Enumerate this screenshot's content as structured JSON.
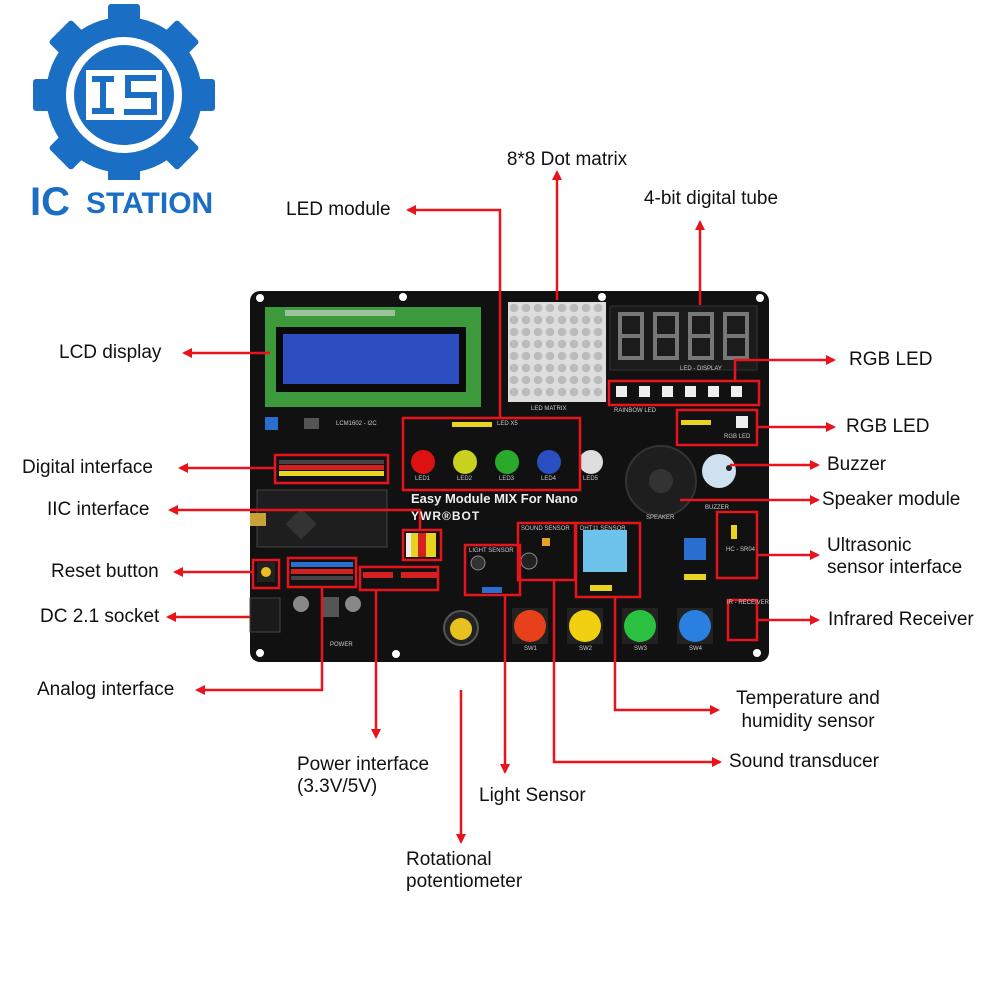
{
  "logo": {
    "text_ic": "IC",
    "text_station": "STATION",
    "brand_color": "#1a6fc4"
  },
  "board": {
    "title": "Easy Module MIX   For Nano",
    "brand": "YWR®BOT",
    "silkscreen": {
      "lcd": "LCM1602 - I2C",
      "led_x5": "LED X5",
      "led_matrix": "LED MATRIX",
      "led_display": "LED - DISPLAY",
      "rainbow_led": "RAINBOW LED",
      "rgb_led": "RGB LED",
      "buzzer": "BUZZER",
      "speaker": "SPEAKER",
      "hc_sr04": "HC - SR04",
      "ir_receiver": "IR - RECEIVER",
      "light_sensor": "LIGHT SENSOR",
      "sound_sensor": "SOUND SENSOR",
      "dht11_sensor": "DHT11 SENSOR",
      "power": "POWER",
      "leds": [
        "LED1",
        "LED2",
        "LED3",
        "LED4",
        "LED5"
      ],
      "switches": [
        "SW1",
        "SW2",
        "SW3",
        "SW4"
      ]
    }
  },
  "labels": {
    "dot_matrix": "8*8 Dot matrix",
    "digital_tube": "4-bit digital tube",
    "led_module": "LED module",
    "lcd_display": "LCD display",
    "rgb_led_1": "RGB LED",
    "rgb_led_2": "RGB LED",
    "buzzer": "Buzzer",
    "speaker_module": "Speaker module",
    "ultrasonic_1": "Ultrasonic",
    "ultrasonic_2": "sensor interface",
    "infrared_receiver": "Infrared Receiver",
    "digital_interface": "Digital interface",
    "iic_interface": "IIC interface",
    "reset_button": "Reset button",
    "dc_socket": "DC 2.1 socket",
    "analog_interface": "Analog interface",
    "power_interface_1": "Power interface",
    "power_interface_2": "(3.3V/5V)",
    "light_sensor": "Light Sensor",
    "potentiometer_1": "Rotational",
    "potentiometer_2": "potentiometer",
    "temp_humidity_1": "Temperature and",
    "temp_humidity_2": "humidity sensor",
    "sound_transducer": "Sound transducer"
  },
  "colors": {
    "annotation": "#e8141b",
    "board": "#111111"
  }
}
